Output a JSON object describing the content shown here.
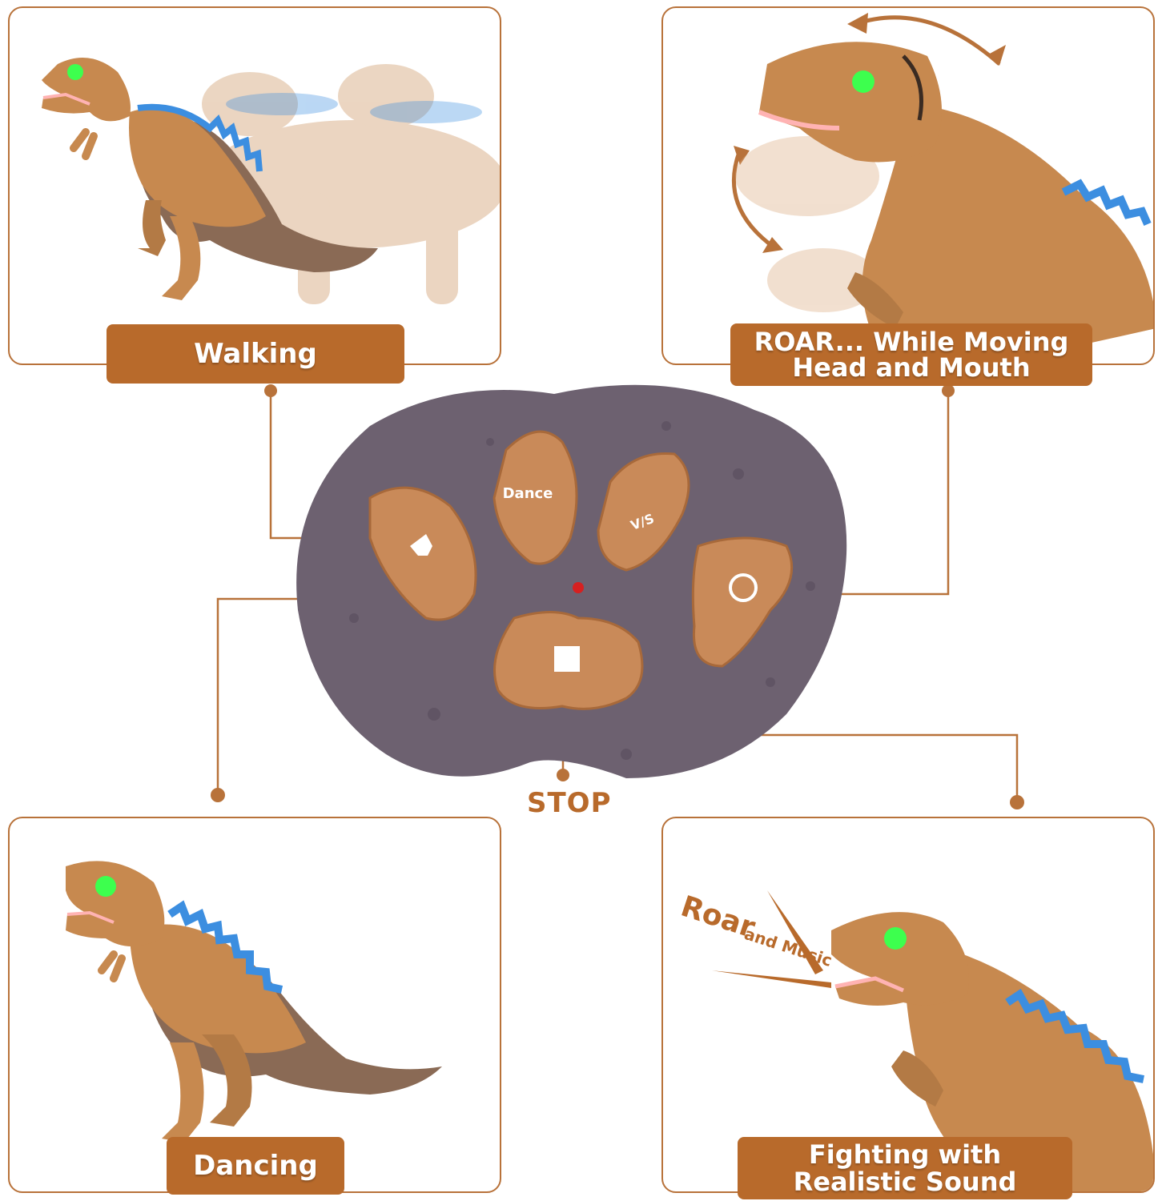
{
  "labels": {
    "walking": "Walking",
    "roar_line1": "ROAR... While Moving",
    "roar_line2": "Head and Mouth",
    "dancing": "Dancing",
    "fighting_line1": "Fighting with",
    "fighting_line2": "Realistic Sound",
    "stop": "STOP"
  },
  "remote": {
    "dance_button": "Dance",
    "vis_button": "V/S"
  },
  "annotation": {
    "roar": "Roar",
    "and_music": "and Music"
  },
  "colors": {
    "accent": "#b86a2b",
    "border": "#b8723a",
    "remote": "#6d6170",
    "button": "#c98a59",
    "dino": "#c7894f",
    "dino_dark": "#7a5a48",
    "spikes": "#3c8ee0",
    "eye": "#3dff4e"
  }
}
